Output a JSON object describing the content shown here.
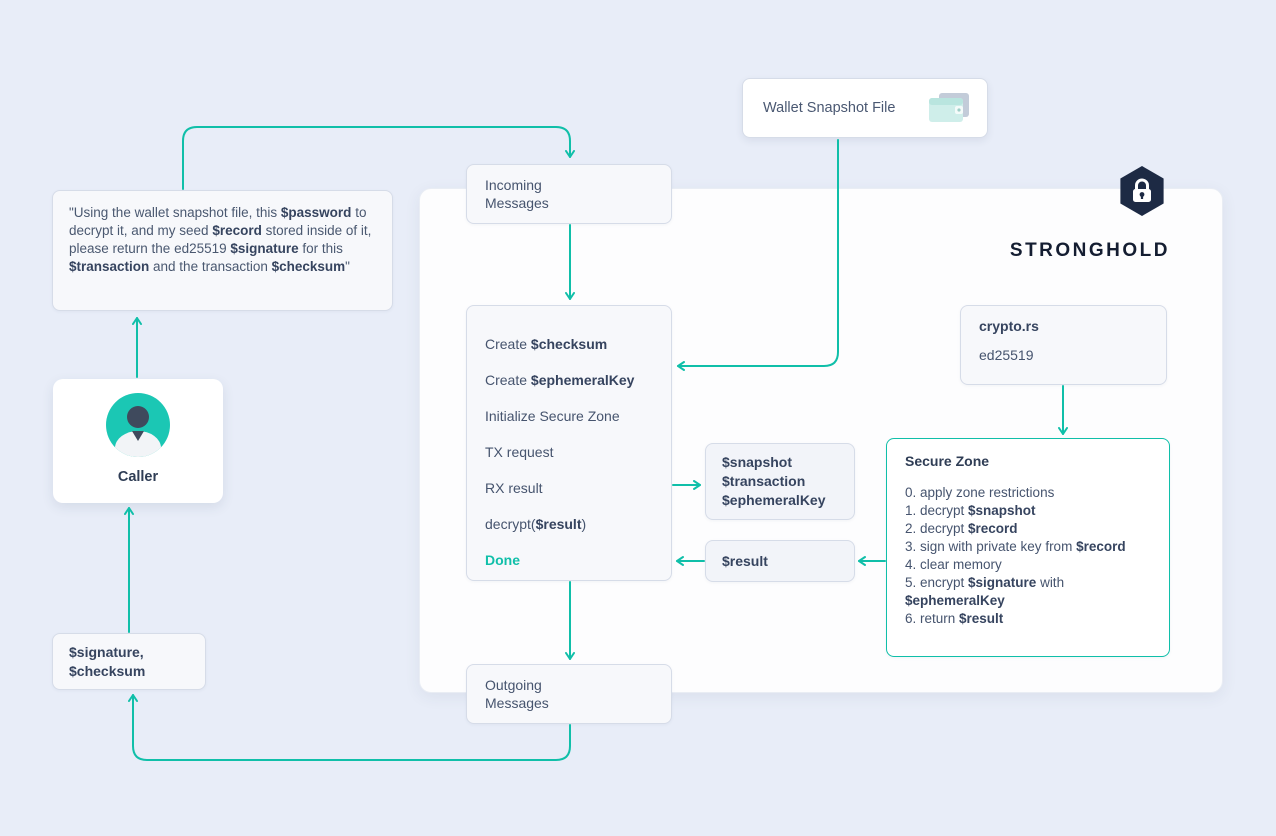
{
  "colors": {
    "background": "#e8edf8",
    "container": "#fdfdfe",
    "box": "#f7f8fb",
    "box_alt": "#f2f4f9",
    "border": "#d6dce8",
    "text": "#46546e",
    "text_bold": "#36445f",
    "accent": "#10bfa9",
    "avatar": "#1bc7b4",
    "navy": "#1d2a44"
  },
  "icons": {
    "wallet": "wallet-icon",
    "brand": "shield-lock-icon",
    "caller": "person-avatar-icon"
  },
  "brand": {
    "name": "STRONGHOLD"
  },
  "wallet_box": {
    "label": "Wallet Snapshot File"
  },
  "quote": {
    "segments": [
      {
        "t": "\"Using the wallet snapshot file, this "
      },
      {
        "t": "$password",
        "b": true
      },
      {
        "t": " to decrypt it, and my seed "
      },
      {
        "t": "$record",
        "b": true
      },
      {
        "t": " stored inside of it, please return the ed25519 "
      },
      {
        "t": "$signature",
        "b": true
      },
      {
        "t": " for this "
      },
      {
        "t": "$transaction",
        "b": true
      },
      {
        "t": " and the transaction "
      },
      {
        "t": "$checksum",
        "b": true
      },
      {
        "t": "\""
      }
    ]
  },
  "caller": {
    "label": "Caller"
  },
  "signature_box": {
    "lines": [
      "$signature,",
      "$checksum"
    ]
  },
  "incoming": {
    "lines": [
      "Incoming",
      "Messages"
    ]
  },
  "outgoing": {
    "lines": [
      "Outgoing",
      "Messages"
    ]
  },
  "ops": {
    "items": [
      [
        {
          "t": "Create "
        },
        {
          "t": "$checksum",
          "b": true
        }
      ],
      [
        {
          "t": "Create "
        },
        {
          "t": "$ephemeralKey",
          "b": true
        }
      ],
      [
        {
          "t": "Initialize Secure Zone"
        }
      ],
      [
        {
          "t": "TX request"
        }
      ],
      [
        {
          "t": "RX result"
        }
      ],
      [
        {
          "t": "decrypt("
        },
        {
          "t": "$result",
          "b": true
        },
        {
          "t": ")"
        }
      ],
      [
        {
          "t": "Done",
          "a": true
        }
      ]
    ]
  },
  "params_box": {
    "lines": [
      "$snapshot",
      "$transaction",
      "$ephemeralKey"
    ]
  },
  "result_box": {
    "label": "$result"
  },
  "secure_zone": {
    "title": "Secure Zone",
    "lines": [
      [
        {
          "t": "0. apply zone restrictions"
        }
      ],
      [
        {
          "t": "1. decrypt "
        },
        {
          "t": "$snapshot",
          "b": true
        }
      ],
      [
        {
          "t": "2. decrypt "
        },
        {
          "t": "$record",
          "b": true
        }
      ],
      [
        {
          "t": "3. sign with private key from "
        },
        {
          "t": "$record",
          "b": true
        }
      ],
      [
        {
          "t": "4. clear memory"
        }
      ],
      [
        {
          "t": "5. encrypt "
        },
        {
          "t": "$signature",
          "b": true
        },
        {
          "t": " with "
        }
      ],
      [
        {
          "t": "$ephemeralKey",
          "b": true
        }
      ],
      [
        {
          "t": "6. return "
        },
        {
          "t": "$result",
          "b": true
        }
      ]
    ]
  },
  "crypto_box": {
    "title": "crypto.rs",
    "subtitle": "ed25519"
  }
}
